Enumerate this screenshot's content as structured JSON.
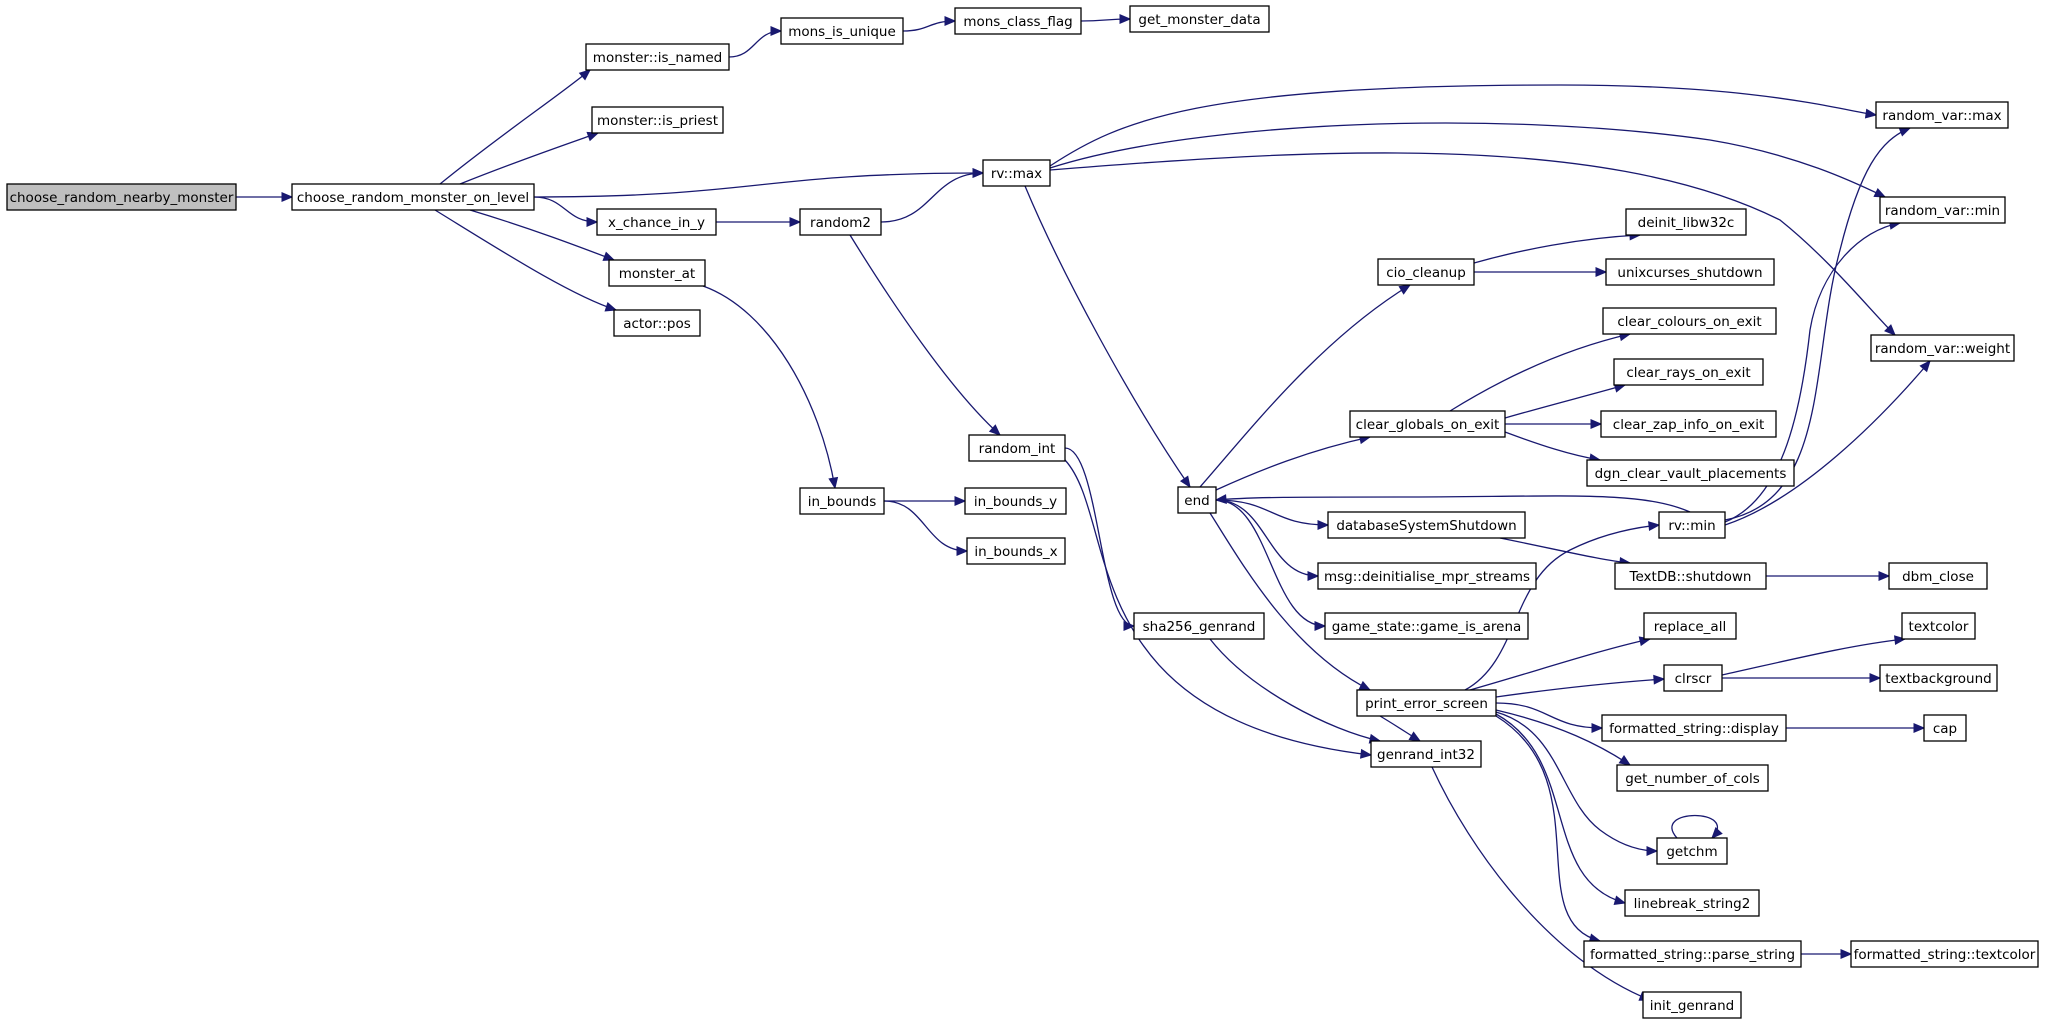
{
  "graph": {
    "colors": {
      "edge": "#191970",
      "node_border": "#000000",
      "root_fill": "#bfbfbf",
      "node_fill": "#ffffff"
    },
    "nodes": [
      {
        "id": "choose_random_nearby_monster",
        "label": "choose_random_nearby_monster",
        "root": true
      },
      {
        "id": "choose_random_monster_on_level",
        "label": "choose_random_monster_on_level"
      },
      {
        "id": "monster_is_named",
        "label": "monster::is_named"
      },
      {
        "id": "monster_is_priest",
        "label": "monster::is_priest"
      },
      {
        "id": "x_chance_in_y",
        "label": "x_chance_in_y"
      },
      {
        "id": "monster_at",
        "label": "monster_at"
      },
      {
        "id": "actor_pos",
        "label": "actor::pos"
      },
      {
        "id": "mons_is_unique",
        "label": "mons_is_unique"
      },
      {
        "id": "mons_class_flag",
        "label": "mons_class_flag"
      },
      {
        "id": "get_monster_data",
        "label": "get_monster_data"
      },
      {
        "id": "rv_max",
        "label": "rv::max"
      },
      {
        "id": "random2",
        "label": "random2"
      },
      {
        "id": "random_int",
        "label": "random_int"
      },
      {
        "id": "in_bounds",
        "label": "in_bounds"
      },
      {
        "id": "in_bounds_y",
        "label": "in_bounds_y"
      },
      {
        "id": "in_bounds_x",
        "label": "in_bounds_x"
      },
      {
        "id": "sha256_genrand",
        "label": "sha256_genrand"
      },
      {
        "id": "end",
        "label": "end"
      },
      {
        "id": "cio_cleanup",
        "label": "cio_cleanup"
      },
      {
        "id": "clear_globals_on_exit",
        "label": "clear_globals_on_exit"
      },
      {
        "id": "databaseSystemShutdown",
        "label": "databaseSystemShutdown"
      },
      {
        "id": "msg_deinitialise",
        "label": "msg::deinitialise_mpr_streams"
      },
      {
        "id": "game_is_arena",
        "label": "game_state::game_is_arena"
      },
      {
        "id": "print_error_screen",
        "label": "print_error_screen"
      },
      {
        "id": "genrand_int32",
        "label": "genrand_int32"
      },
      {
        "id": "deinit_libw32c",
        "label": "deinit_libw32c"
      },
      {
        "id": "unixcurses_shutdown",
        "label": "unixcurses_shutdown"
      },
      {
        "id": "clear_colours_on_exit",
        "label": "clear_colours_on_exit"
      },
      {
        "id": "clear_rays_on_exit",
        "label": "clear_rays_on_exit"
      },
      {
        "id": "clear_zap_info_on_exit",
        "label": "clear_zap_info_on_exit"
      },
      {
        "id": "dgn_clear_vault_placements",
        "label": "dgn_clear_vault_placements"
      },
      {
        "id": "rv_min",
        "label": "rv::min"
      },
      {
        "id": "TextDB_shutdown",
        "label": "TextDB::shutdown"
      },
      {
        "id": "replace_all",
        "label": "replace_all"
      },
      {
        "id": "clrscr",
        "label": "clrscr"
      },
      {
        "id": "fs_display",
        "label": "formatted_string::display"
      },
      {
        "id": "get_number_of_cols",
        "label": "get_number_of_cols"
      },
      {
        "id": "getchm",
        "label": "getchm"
      },
      {
        "id": "linebreak_string2",
        "label": "linebreak_string2"
      },
      {
        "id": "fs_parse_string",
        "label": "formatted_string::parse_string"
      },
      {
        "id": "init_genrand",
        "label": "init_genrand"
      },
      {
        "id": "random_var_max",
        "label": "random_var::max"
      },
      {
        "id": "random_var_min",
        "label": "random_var::min"
      },
      {
        "id": "random_var_weight",
        "label": "random_var::weight"
      },
      {
        "id": "dbm_close",
        "label": "dbm_close"
      },
      {
        "id": "textcolor",
        "label": "textcolor"
      },
      {
        "id": "textbackground",
        "label": "textbackground"
      },
      {
        "id": "cap",
        "label": "cap"
      },
      {
        "id": "fs_textcolor",
        "label": "formatted_string::textcolor"
      }
    ],
    "edges": [
      [
        "choose_random_nearby_monster",
        "choose_random_monster_on_level"
      ],
      [
        "choose_random_monster_on_level",
        "monster_is_named"
      ],
      [
        "choose_random_monster_on_level",
        "monster_is_priest"
      ],
      [
        "choose_random_monster_on_level",
        "rv_max"
      ],
      [
        "choose_random_monster_on_level",
        "x_chance_in_y"
      ],
      [
        "choose_random_monster_on_level",
        "monster_at"
      ],
      [
        "choose_random_monster_on_level",
        "actor_pos"
      ],
      [
        "monster_is_named",
        "mons_is_unique"
      ],
      [
        "mons_is_unique",
        "mons_class_flag"
      ],
      [
        "mons_class_flag",
        "get_monster_data"
      ],
      [
        "x_chance_in_y",
        "random2"
      ],
      [
        "random2",
        "rv_max"
      ],
      [
        "random2",
        "random_int"
      ],
      [
        "monster_at",
        "in_bounds"
      ],
      [
        "in_bounds",
        "in_bounds_y"
      ],
      [
        "in_bounds",
        "in_bounds_x"
      ],
      [
        "rv_max",
        "random_var_max"
      ],
      [
        "rv_max",
        "random_var_min"
      ],
      [
        "rv_max",
        "random_var_weight"
      ],
      [
        "rv_max",
        "end"
      ],
      [
        "random_int",
        "sha256_genrand"
      ],
      [
        "random_int",
        "genrand_int32"
      ],
      [
        "sha256_genrand",
        "genrand_int32"
      ],
      [
        "end",
        "cio_cleanup"
      ],
      [
        "end",
        "clear_globals_on_exit"
      ],
      [
        "end",
        "databaseSystemShutdown"
      ],
      [
        "end",
        "msg_deinitialise"
      ],
      [
        "end",
        "game_is_arena"
      ],
      [
        "end",
        "print_error_screen"
      ],
      [
        "rv_min",
        "end"
      ],
      [
        "rv_min",
        "random_var_max"
      ],
      [
        "rv_min",
        "random_var_min"
      ],
      [
        "rv_min",
        "random_var_weight"
      ],
      [
        "cio_cleanup",
        "deinit_libw32c"
      ],
      [
        "cio_cleanup",
        "unixcurses_shutdown"
      ],
      [
        "clear_globals_on_exit",
        "clear_colours_on_exit"
      ],
      [
        "clear_globals_on_exit",
        "clear_rays_on_exit"
      ],
      [
        "clear_globals_on_exit",
        "clear_zap_info_on_exit"
      ],
      [
        "clear_globals_on_exit",
        "dgn_clear_vault_placements"
      ],
      [
        "databaseSystemShutdown",
        "TextDB_shutdown"
      ],
      [
        "TextDB_shutdown",
        "dbm_close"
      ],
      [
        "print_error_screen",
        "rv_min"
      ],
      [
        "print_error_screen",
        "replace_all"
      ],
      [
        "print_error_screen",
        "clrscr"
      ],
      [
        "print_error_screen",
        "fs_display"
      ],
      [
        "print_error_screen",
        "genrand_int32"
      ],
      [
        "print_error_screen",
        "get_number_of_cols"
      ],
      [
        "print_error_screen",
        "getchm"
      ],
      [
        "print_error_screen",
        "linebreak_string2"
      ],
      [
        "print_error_screen",
        "fs_parse_string"
      ],
      [
        "genrand_int32",
        "init_genrand"
      ],
      [
        "clrscr",
        "textcolor"
      ],
      [
        "clrscr",
        "textbackground"
      ],
      [
        "fs_display",
        "cap"
      ],
      [
        "fs_parse_string",
        "fs_textcolor"
      ],
      [
        "getchm",
        "getchm"
      ]
    ]
  }
}
